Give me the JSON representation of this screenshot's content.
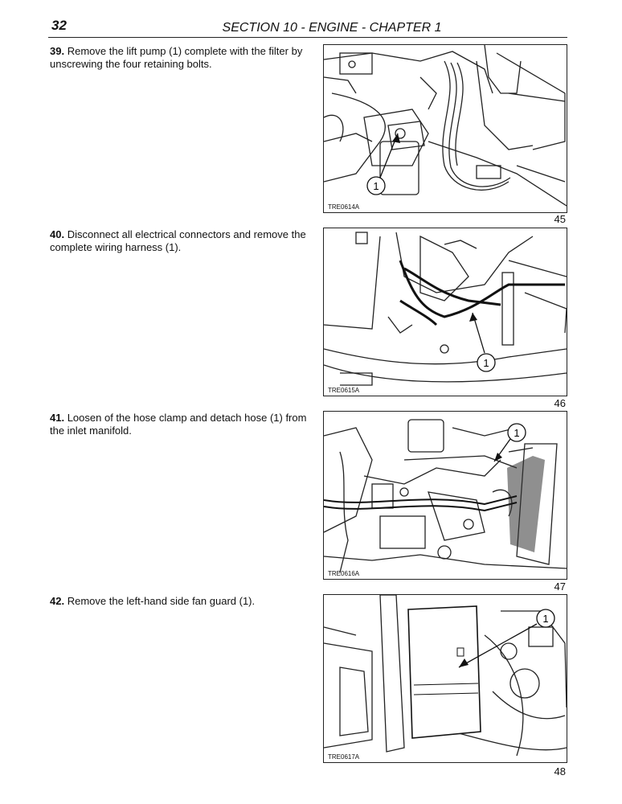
{
  "header": {
    "page_number": "32",
    "section_title": "SECTION 10 - ENGINE - CHAPTER 1"
  },
  "steps": [
    {
      "number": "39.",
      "text": "Remove the lift pump (1) complete with the filter by unscrewing the four retaining bolts.",
      "callout": "1",
      "image_code": "TRE0614A",
      "figure_number": "45"
    },
    {
      "number": "40.",
      "text": "Disconnect all electrical connectors and remove the complete wiring harness (1).",
      "callout": "1",
      "image_code": "TRE0615A",
      "figure_number": "46"
    },
    {
      "number": "41.",
      "text": "Loosen of the hose clamp and detach hose (1) from the inlet manifold.",
      "callout": "1",
      "image_code": "TRE0616A",
      "figure_number": "47"
    },
    {
      "number": "42.",
      "text": "Remove the left-hand side fan guard (1).",
      "callout": "1",
      "image_code": "TRE0617A",
      "figure_number": "48"
    }
  ]
}
